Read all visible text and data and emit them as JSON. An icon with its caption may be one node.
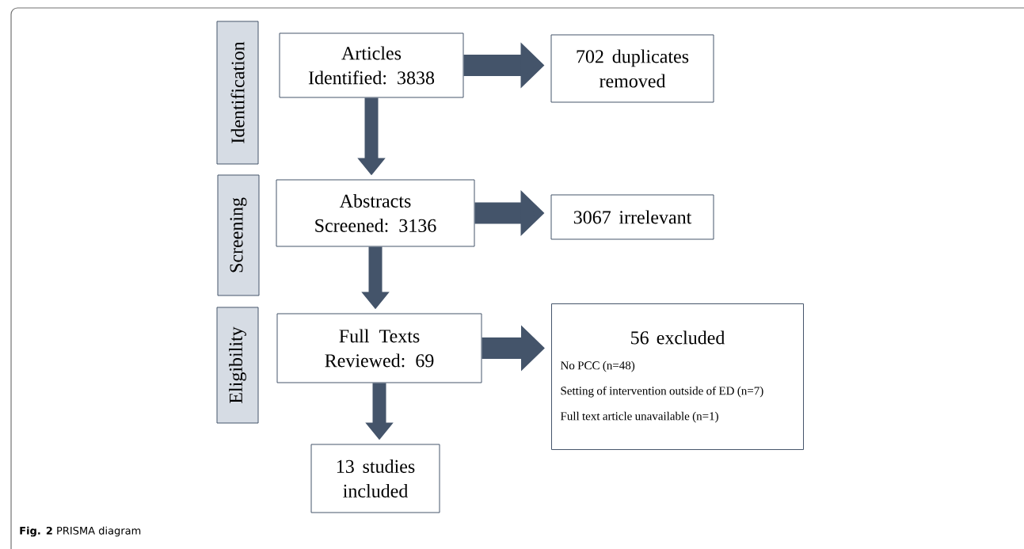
{
  "diagram": {
    "caption": "**Fig. 2** PRISMA diagram",
    "nodes": [
      {
        "text": [
          "Identification"
        ]
      },
      {
        "text": [
          "Screening"
        ]
      },
      {
        "text": [
          "Eligibility"
        ]
      },
      {
        "text": [
          "Articles Identified: 3838"
        ]
      },
      {
        "text": [
          "702 duplicates removed"
        ]
      },
      {
        "text": [
          "Abstracts Screened: 3136"
        ]
      },
      {
        "text": [
          "3067 irrelevant"
        ]
      },
      {
        "text": [
          "Full Texts Reviewed: 69"
        ]
      },
      {
        "text": [
          "56 excluded",
          "No PCC (n=48)",
          "Setting of intervention outside of ED (n=7)",
          "Full text article unavailable (n=1)"
        ]
      },
      {
        "text": [
          "13 studies included"
        ]
      }
    ],
    "edges": [
      {
        "from": 3,
        "to": 4,
        "arrow": "to"
      },
      {
        "from": 3,
        "to": 5,
        "arrow": "to"
      },
      {
        "from": 5,
        "to": 6,
        "arrow": "to"
      },
      {
        "from": 5,
        "to": 7,
        "arrow": "to"
      },
      {
        "from": 7,
        "to": 8,
        "arrow": "to"
      },
      {
        "from": 7,
        "to": 9,
        "arrow": "to"
      }
    ]
  }
}
